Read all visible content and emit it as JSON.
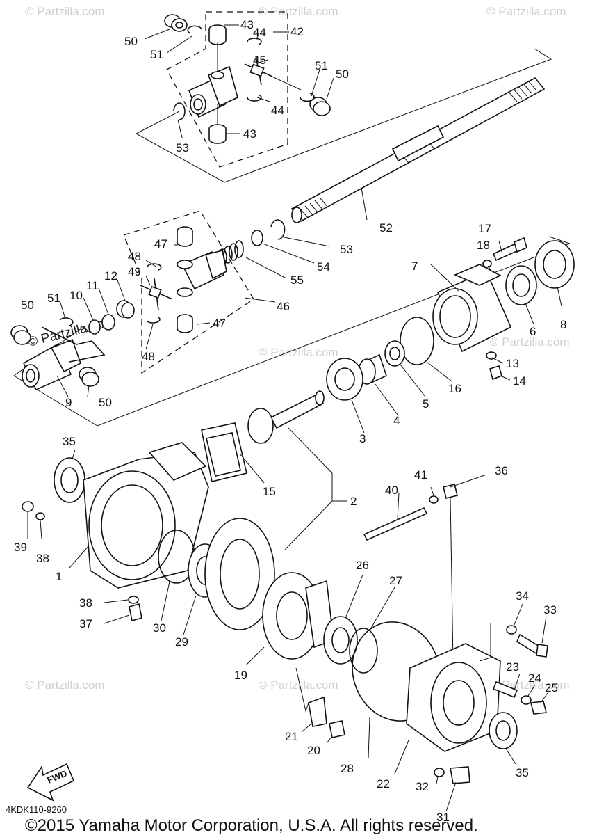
{
  "watermark": "© Partzilla.com",
  "diagram_code": "4KDK110-9260",
  "fwd_label": "FWD",
  "copyright": "©2015  Yamaha Motor Corporation, U.S.A. All rights reserved.",
  "callouts": {
    "c1": "1",
    "c2": "2",
    "c3": "3",
    "c4": "4",
    "c5": "5",
    "c6": "6",
    "c7": "7",
    "c8": "8",
    "c9": "9",
    "c10": "10",
    "c11": "11",
    "c12": "12",
    "c13": "13",
    "c14": "14",
    "c15": "15",
    "c16": "16",
    "c17": "17",
    "c18": "18",
    "c19": "19",
    "c20": "20",
    "c21": "21",
    "c22": "22",
    "c23": "23",
    "c24": "24",
    "c25": "25",
    "c26": "26",
    "c27": "27",
    "c28": "28",
    "c29": "29",
    "c30": "30",
    "c31": "31",
    "c32": "32",
    "c33": "33",
    "c34": "34",
    "c35a": "35",
    "c35b": "35",
    "c36": "36",
    "c37": "37",
    "c38a": "38",
    "c38b": "38",
    "c39": "39",
    "c40": "40",
    "c41": "41",
    "c42": "42",
    "c43a": "43",
    "c43b": "43",
    "c44a": "44",
    "c44b": "44",
    "c45": "45",
    "c46": "46",
    "c47a": "47",
    "c47b": "47",
    "c48a": "48",
    "c48b": "48",
    "c49": "49",
    "c50a": "50",
    "c50b": "50",
    "c50c": "50",
    "c50d": "50",
    "c51a": "51",
    "c51b": "51",
    "c51c": "51",
    "c52": "52",
    "c53a": "53",
    "c53b": "53",
    "c54": "54",
    "c55": "55"
  }
}
